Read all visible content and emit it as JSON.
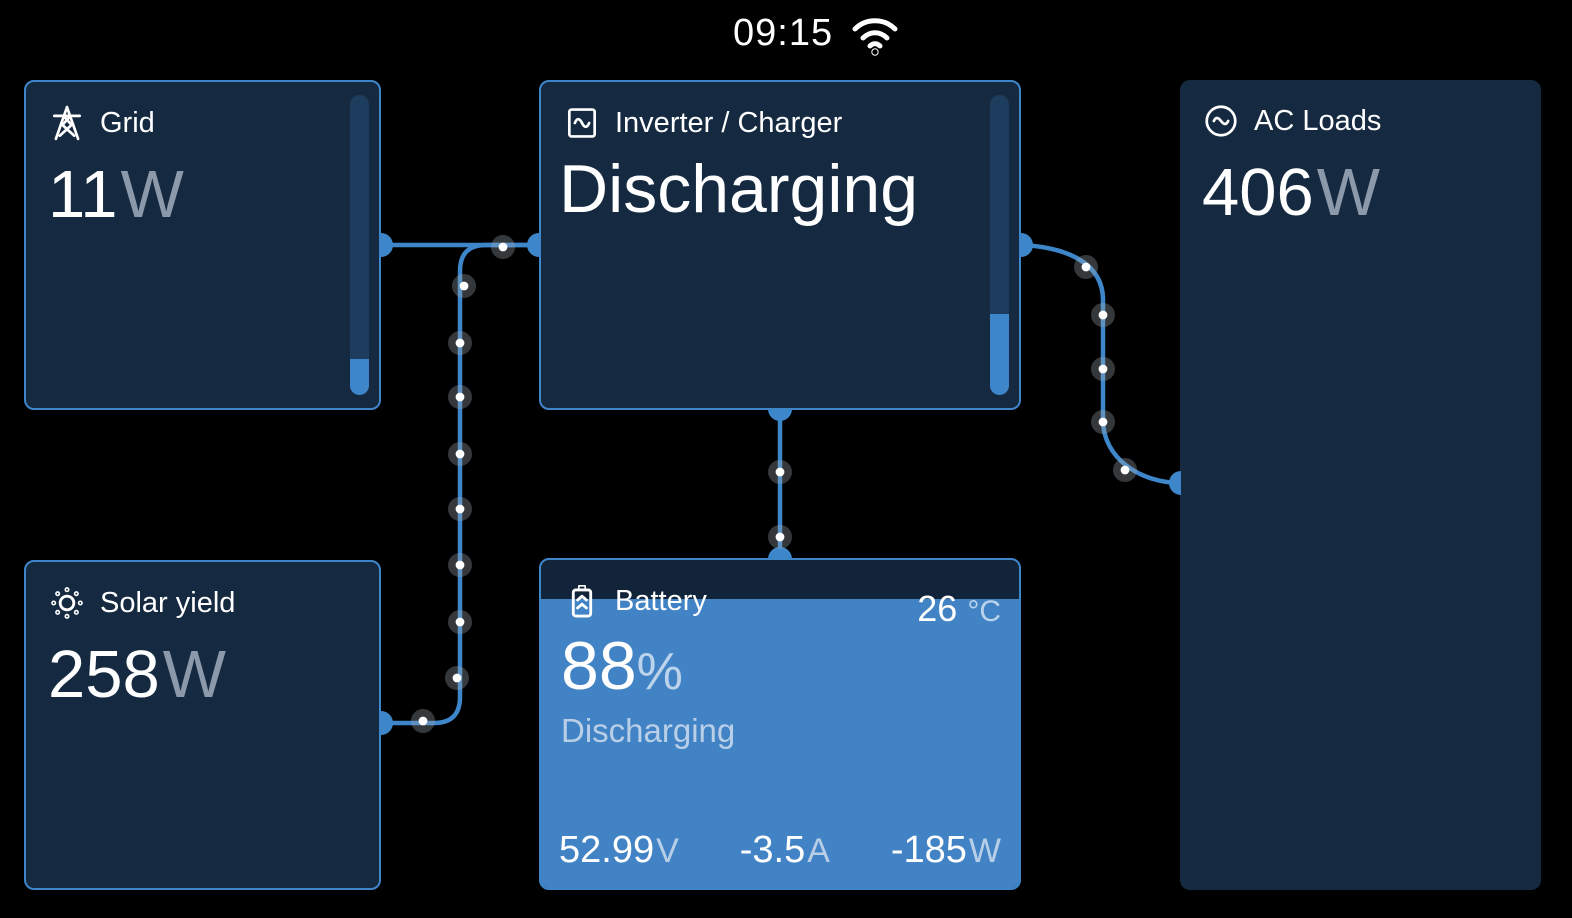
{
  "status_bar": {
    "time": "09:15",
    "wifi_icon": "wifi-icon"
  },
  "colors": {
    "background": "#000000",
    "card_background": "#152A41",
    "accent_blue": "#3E86CA",
    "gauge_track": "#1E3C5D",
    "battery_fill_blue": "#4183C4",
    "battery_header_dark": "#122439",
    "unit_gray": "#8C99AB",
    "battery_unit_light": "#B9CFE8",
    "text_white": "#FFFFFF"
  },
  "icons": {
    "grid": "power-pylon-icon",
    "inverter": "inverter-sine-icon",
    "ac_loads": "ac-sine-circle-icon",
    "solar": "sun-icon",
    "battery": "battery-charge-icon",
    "wifi": "wifi-icon"
  },
  "cards": {
    "grid": {
      "label": "Grid",
      "value": "11",
      "unit": "W",
      "bar_percent": 12
    },
    "inverter": {
      "label": "Inverter / Charger",
      "state": "Discharging",
      "bar_percent": 27
    },
    "ac_loads": {
      "label": "AC Loads",
      "value": "406",
      "unit": "W"
    },
    "solar": {
      "label": "Solar yield",
      "value": "258",
      "unit": "W"
    },
    "battery": {
      "label": "Battery",
      "soc": "88",
      "soc_unit": "%",
      "state": "Discharging",
      "temperature": "26",
      "temperature_unit": "°C",
      "voltage": "52.99",
      "voltage_unit": "V",
      "current": "-3.5",
      "current_unit": "A",
      "power": "-185",
      "power_unit": "W",
      "fill_percent": 88
    }
  }
}
